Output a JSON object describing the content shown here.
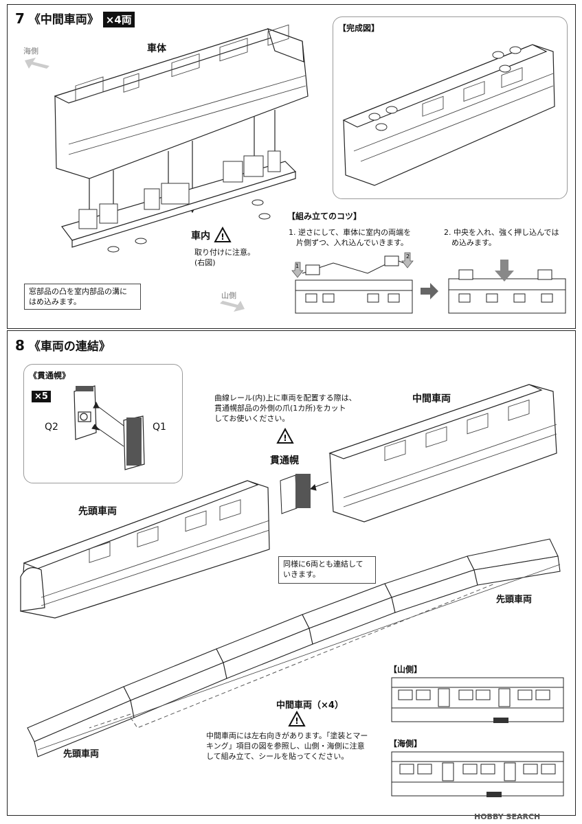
{
  "step7": {
    "number": "7",
    "title": "《中間車両》",
    "qty_badge": "×4両",
    "label_body": "車体",
    "label_interior": "車内",
    "label_completed": "【完成図】",
    "sea_side": "海側",
    "mountain_side": "山側",
    "interior_note_1": "取り付けに注意。",
    "interior_note_2": "(右図)",
    "box_note_1": "窓部品の凸を室内部品の溝に",
    "box_note_2": "はめ込みます。",
    "tips_title": "【組み立てのコツ】",
    "tip1_line1": "1. 逆さにして、車体に室内の両端を",
    "tip1_line2": "片側ずつ、入れ込んでいきます。",
    "tip2_line1": "2. 中央を入れ、強く押し込んでは",
    "tip2_line2": "め込みます。",
    "tip_marker_1": "1",
    "tip_marker_2": "2"
  },
  "step8": {
    "number": "8",
    "title": "《車両の連結》",
    "gangway_header": "《貫通幌》",
    "gangway_qty": "×5",
    "part_q1": "Q1",
    "part_q2": "Q2",
    "curve_note_1": "曲線レール(内)上に車両を配置する際は、",
    "curve_note_2": "貫通幌部品の外側の爪(1カ所)をカット",
    "curve_note_3": "してお使いください。",
    "label_gangway": "貫通幌",
    "label_middle_car": "中間車両",
    "label_lead_car": "先頭車両",
    "label_lead_car_right": "先頭車両",
    "label_lead_car_bottom": "先頭車両",
    "connect_note_1": "同様に6両とも連結して",
    "connect_note_2": "いきます。",
    "middle_car_x4": "中間車両（×4）",
    "direction_note_1": "中間車両には左右向きがあります。「塗装とマー",
    "direction_note_2": "キング」項目の図を参照し、山側・海側に注意",
    "direction_note_3": "して組み立て、シールを貼ってください。",
    "mountain_side_tag": "【山側】",
    "sea_side_tag": "【海側】"
  },
  "watermark": "HOBBY SEARCH"
}
